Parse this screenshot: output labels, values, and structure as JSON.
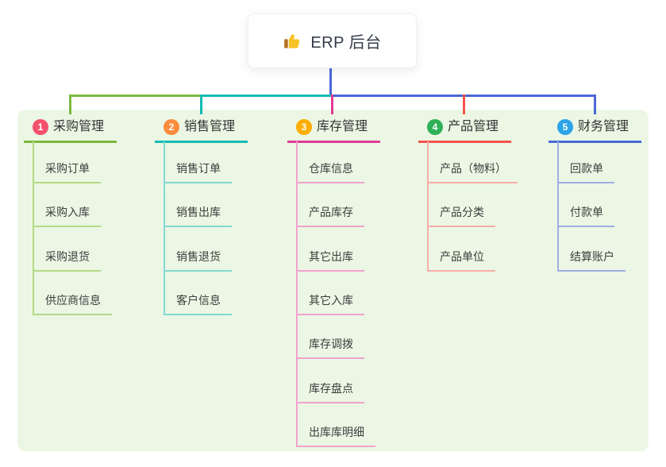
{
  "root": {
    "label": "ERP 后台",
    "icon": "thumbs-up-icon"
  },
  "panel_color": "#ebf7e4",
  "trunk_color": "#4a68d6",
  "branches": [
    {
      "num": "1",
      "label": "采购管理",
      "badge_color": "#f4516c",
      "line_color": "#7cb93e",
      "light_color": "#b3da85",
      "children": [
        "采购订单",
        "采购入库",
        "采购退货",
        "供应商信息"
      ]
    },
    {
      "num": "2",
      "label": "销售管理",
      "badge_color": "#fb8b3d",
      "line_color": "#13bcb4",
      "light_color": "#84d8d2",
      "children": [
        "销售订单",
        "销售出库",
        "销售退货",
        "客户信息"
      ]
    },
    {
      "num": "3",
      "label": "库存管理",
      "badge_color": "#ffae00",
      "line_color": "#e23a98",
      "light_color": "#f2a2cd",
      "children": [
        "仓库信息",
        "产品库存",
        "其它出库",
        "其它入库",
        "库存调拨",
        "库存盘点",
        "出库库明细"
      ]
    },
    {
      "num": "4",
      "label": "产品管理",
      "badge_color": "#2fb158",
      "line_color": "#f4544b",
      "light_color": "#f9ada7",
      "children": [
        "产品（物料）",
        "产品分类",
        "产品单位"
      ]
    },
    {
      "num": "5",
      "label": "财务管理",
      "badge_color": "#2ba3e8",
      "line_color": "#4a68d6",
      "light_color": "#9fafe3",
      "children": [
        "回款单",
        "付款单",
        "结算账户"
      ]
    }
  ]
}
